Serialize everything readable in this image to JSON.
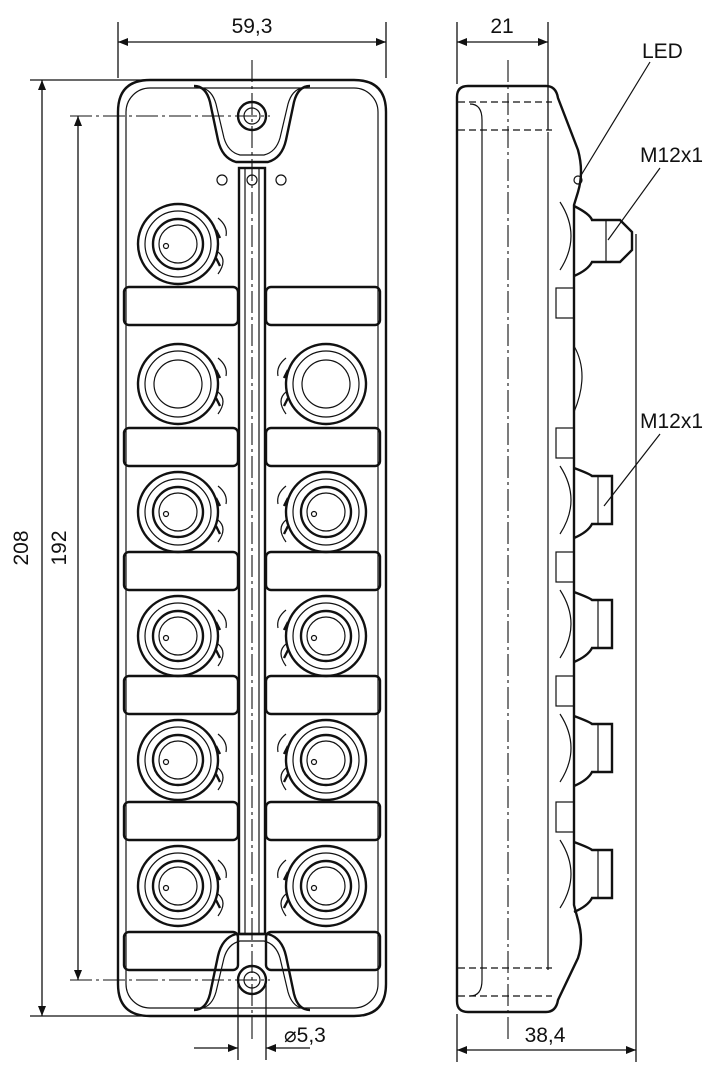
{
  "dimensions": {
    "width": "59,3",
    "depth": "21",
    "height": "208",
    "hole_spacing": "192",
    "hole_diameter": "⌀5,3",
    "total_depth": "38,4"
  },
  "callouts": {
    "led": "LED",
    "connector_top": "M12x1",
    "connector_side": "M12x1"
  },
  "front_view": {
    "port_rows": 6
  },
  "side_view": {
    "connectors": 5
  }
}
